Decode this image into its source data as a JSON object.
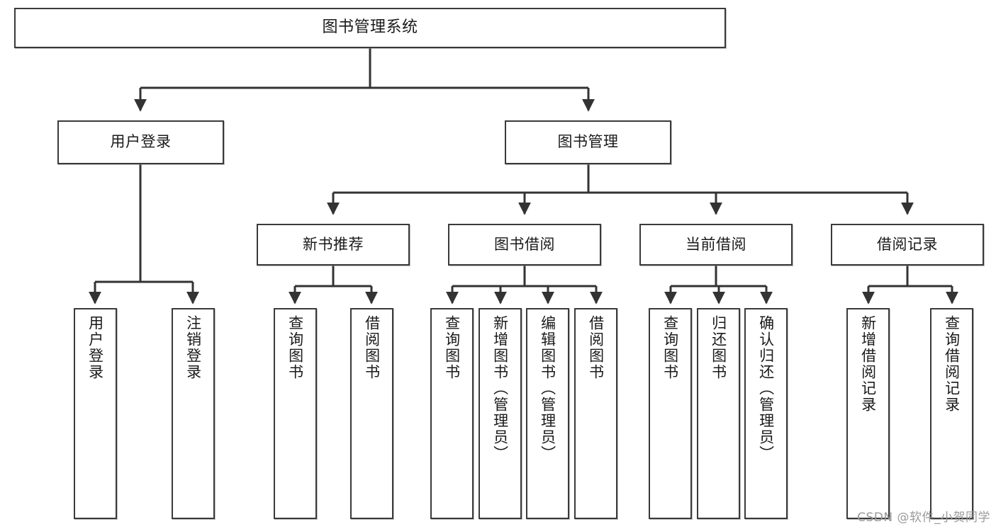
{
  "diagram": {
    "title": "图书管理系统",
    "watermark": "CSDN @软件_小贺同学",
    "colors": {
      "background": "#ffffff",
      "box_border": "#3a3a3a",
      "box_fill": "#ffffff",
      "edge": "#333333",
      "text": "#1a1a1a",
      "watermark": "#9a9a9a"
    },
    "root": {
      "label": "图书管理系统"
    },
    "level2": [
      {
        "label": "用户登录"
      },
      {
        "label": "图书管理"
      }
    ],
    "level3": [
      {
        "label": "新书推荐"
      },
      {
        "label": "图书借阅"
      },
      {
        "label": "当前借阅"
      },
      {
        "label": "借阅记录"
      }
    ],
    "leaves": {
      "user_login": [
        {
          "label": "用户登录"
        },
        {
          "label": "注销登录"
        }
      ],
      "new_book": [
        {
          "label": "查询图书"
        },
        {
          "label": "借阅图书"
        }
      ],
      "book_borrow": [
        {
          "label": "查询图书"
        },
        {
          "label": "新增图书（管理员）"
        },
        {
          "label": "编辑图书（管理员）"
        },
        {
          "label": "借阅图书"
        }
      ],
      "current_borrow": [
        {
          "label": "查询图书"
        },
        {
          "label": "归还图书"
        },
        {
          "label": "确认归还（管理员）"
        }
      ],
      "borrow_record": [
        {
          "label": "新增借阅记录"
        },
        {
          "label": "查询借阅记录"
        }
      ]
    }
  }
}
